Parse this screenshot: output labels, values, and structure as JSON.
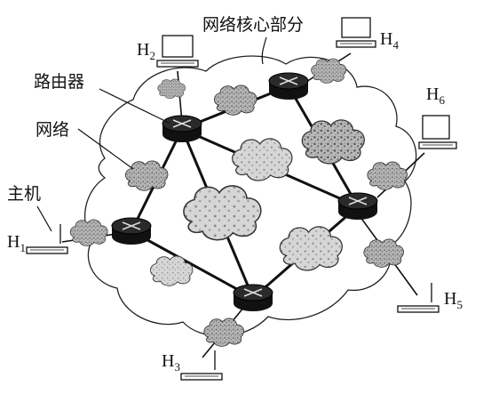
{
  "labels": {
    "core": "网络核心部分",
    "router": "路由器",
    "network": "网络",
    "host": "主机"
  },
  "hosts": [
    {
      "letter": "H",
      "sub": "1"
    },
    {
      "letter": "H",
      "sub": "2"
    },
    {
      "letter": "H",
      "sub": "3"
    },
    {
      "letter": "H",
      "sub": "4"
    },
    {
      "letter": "H",
      "sub": "5"
    },
    {
      "letter": "H",
      "sub": "6"
    }
  ]
}
